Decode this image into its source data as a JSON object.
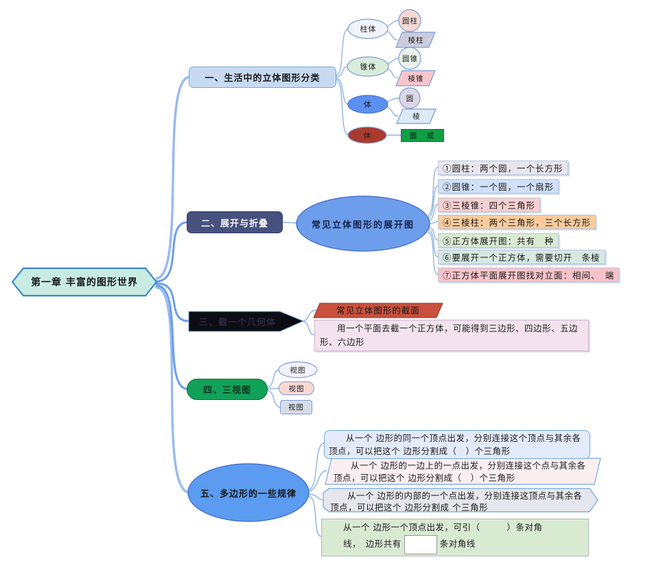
{
  "palette": {
    "spine_color": "#6d9eeb",
    "connector_color": "#8fb3e2",
    "root_fill": "#c9ece2",
    "branch2_label_fill": "#47517e",
    "branch3_label_fill": "#0d0d13",
    "branch4_label_fill": "#12a158",
    "topic_ellipse_fill": "#6d9eeb",
    "section_fill": "#c9503c",
    "mian_cheng_fill": "#0f9d46"
  },
  "root": {
    "label": "第一章  丰富的图形世界"
  },
  "branch1": {
    "label": "一、生活中的立体图形分类",
    "groups": [
      {
        "label": "柱体",
        "children": [
          {
            "label": "圆柱"
          },
          {
            "label": "棱柱"
          }
        ]
      },
      {
        "label": "锥体",
        "children": [
          {
            "label": "圆锥"
          },
          {
            "label": "棱锥"
          }
        ]
      },
      {
        "label": "体",
        "children": [
          {
            "label": "圆"
          },
          {
            "label": "棱"
          }
        ]
      },
      {
        "label": "体",
        "children": [
          {
            "label": "面　成"
          }
        ]
      }
    ]
  },
  "branch2": {
    "label": "二、展开与折叠",
    "topic": "常见立体图形的展开图",
    "items": [
      {
        "text": "①圆柱：两个圆，一个长方形",
        "bg": "#e7e6ee"
      },
      {
        "text": "②圆锥：一个圆，一个扇形",
        "bg": "#cfe0f8"
      },
      {
        "text": "③三棱锥：四个三角形",
        "bg": "#f5cfcf"
      },
      {
        "text": "④三棱柱：两个三角形，三个长方形",
        "bg": "#f9cb9c"
      },
      {
        "text": "⑤正方体展开图：共有　种",
        "bg": "#d9ead3"
      },
      {
        "text": "⑥要展开一个正方体，需要切开　条棱",
        "bg": "#d5e8e2"
      },
      {
        "text": "⑦正方体平面展开图找对立面：相间、　端",
        "bg": "#f7c3c9"
      }
    ]
  },
  "branch3": {
    "label": "三、截一个几何体",
    "topic": "常见立体图形的截面",
    "note": "用一个平面去截一个正方体，可能得到三边形、四边形、五边形、六边形"
  },
  "branch4": {
    "label": "四、三视图",
    "views": [
      {
        "label": "视图"
      },
      {
        "label": "视图"
      },
      {
        "label": "视图"
      }
    ]
  },
  "branch5": {
    "label": "五、多边形的一些规律",
    "notes": [
      {
        "text": "从一个 边形的同一个顶点出发，分别连接这个顶点与其余各顶点，可以把这个 边形分割成（　）个三角形"
      },
      {
        "text": "从一个 边形的一边上的一点出发，分别连接这个点与其余各顶点，可以把这个 边形分割成（　）个三角形"
      },
      {
        "text": "从一个 边形的内部的一个点出发，分别连接这顶点与其余各顶点，可以把这个 边形分割成 个三角形"
      },
      {
        "line1": "从一个 边形一个顶点出发，可引（　　　）条对角",
        "line2_before": "线，　边形共有",
        "line2_after": "条对角线"
      }
    ]
  }
}
